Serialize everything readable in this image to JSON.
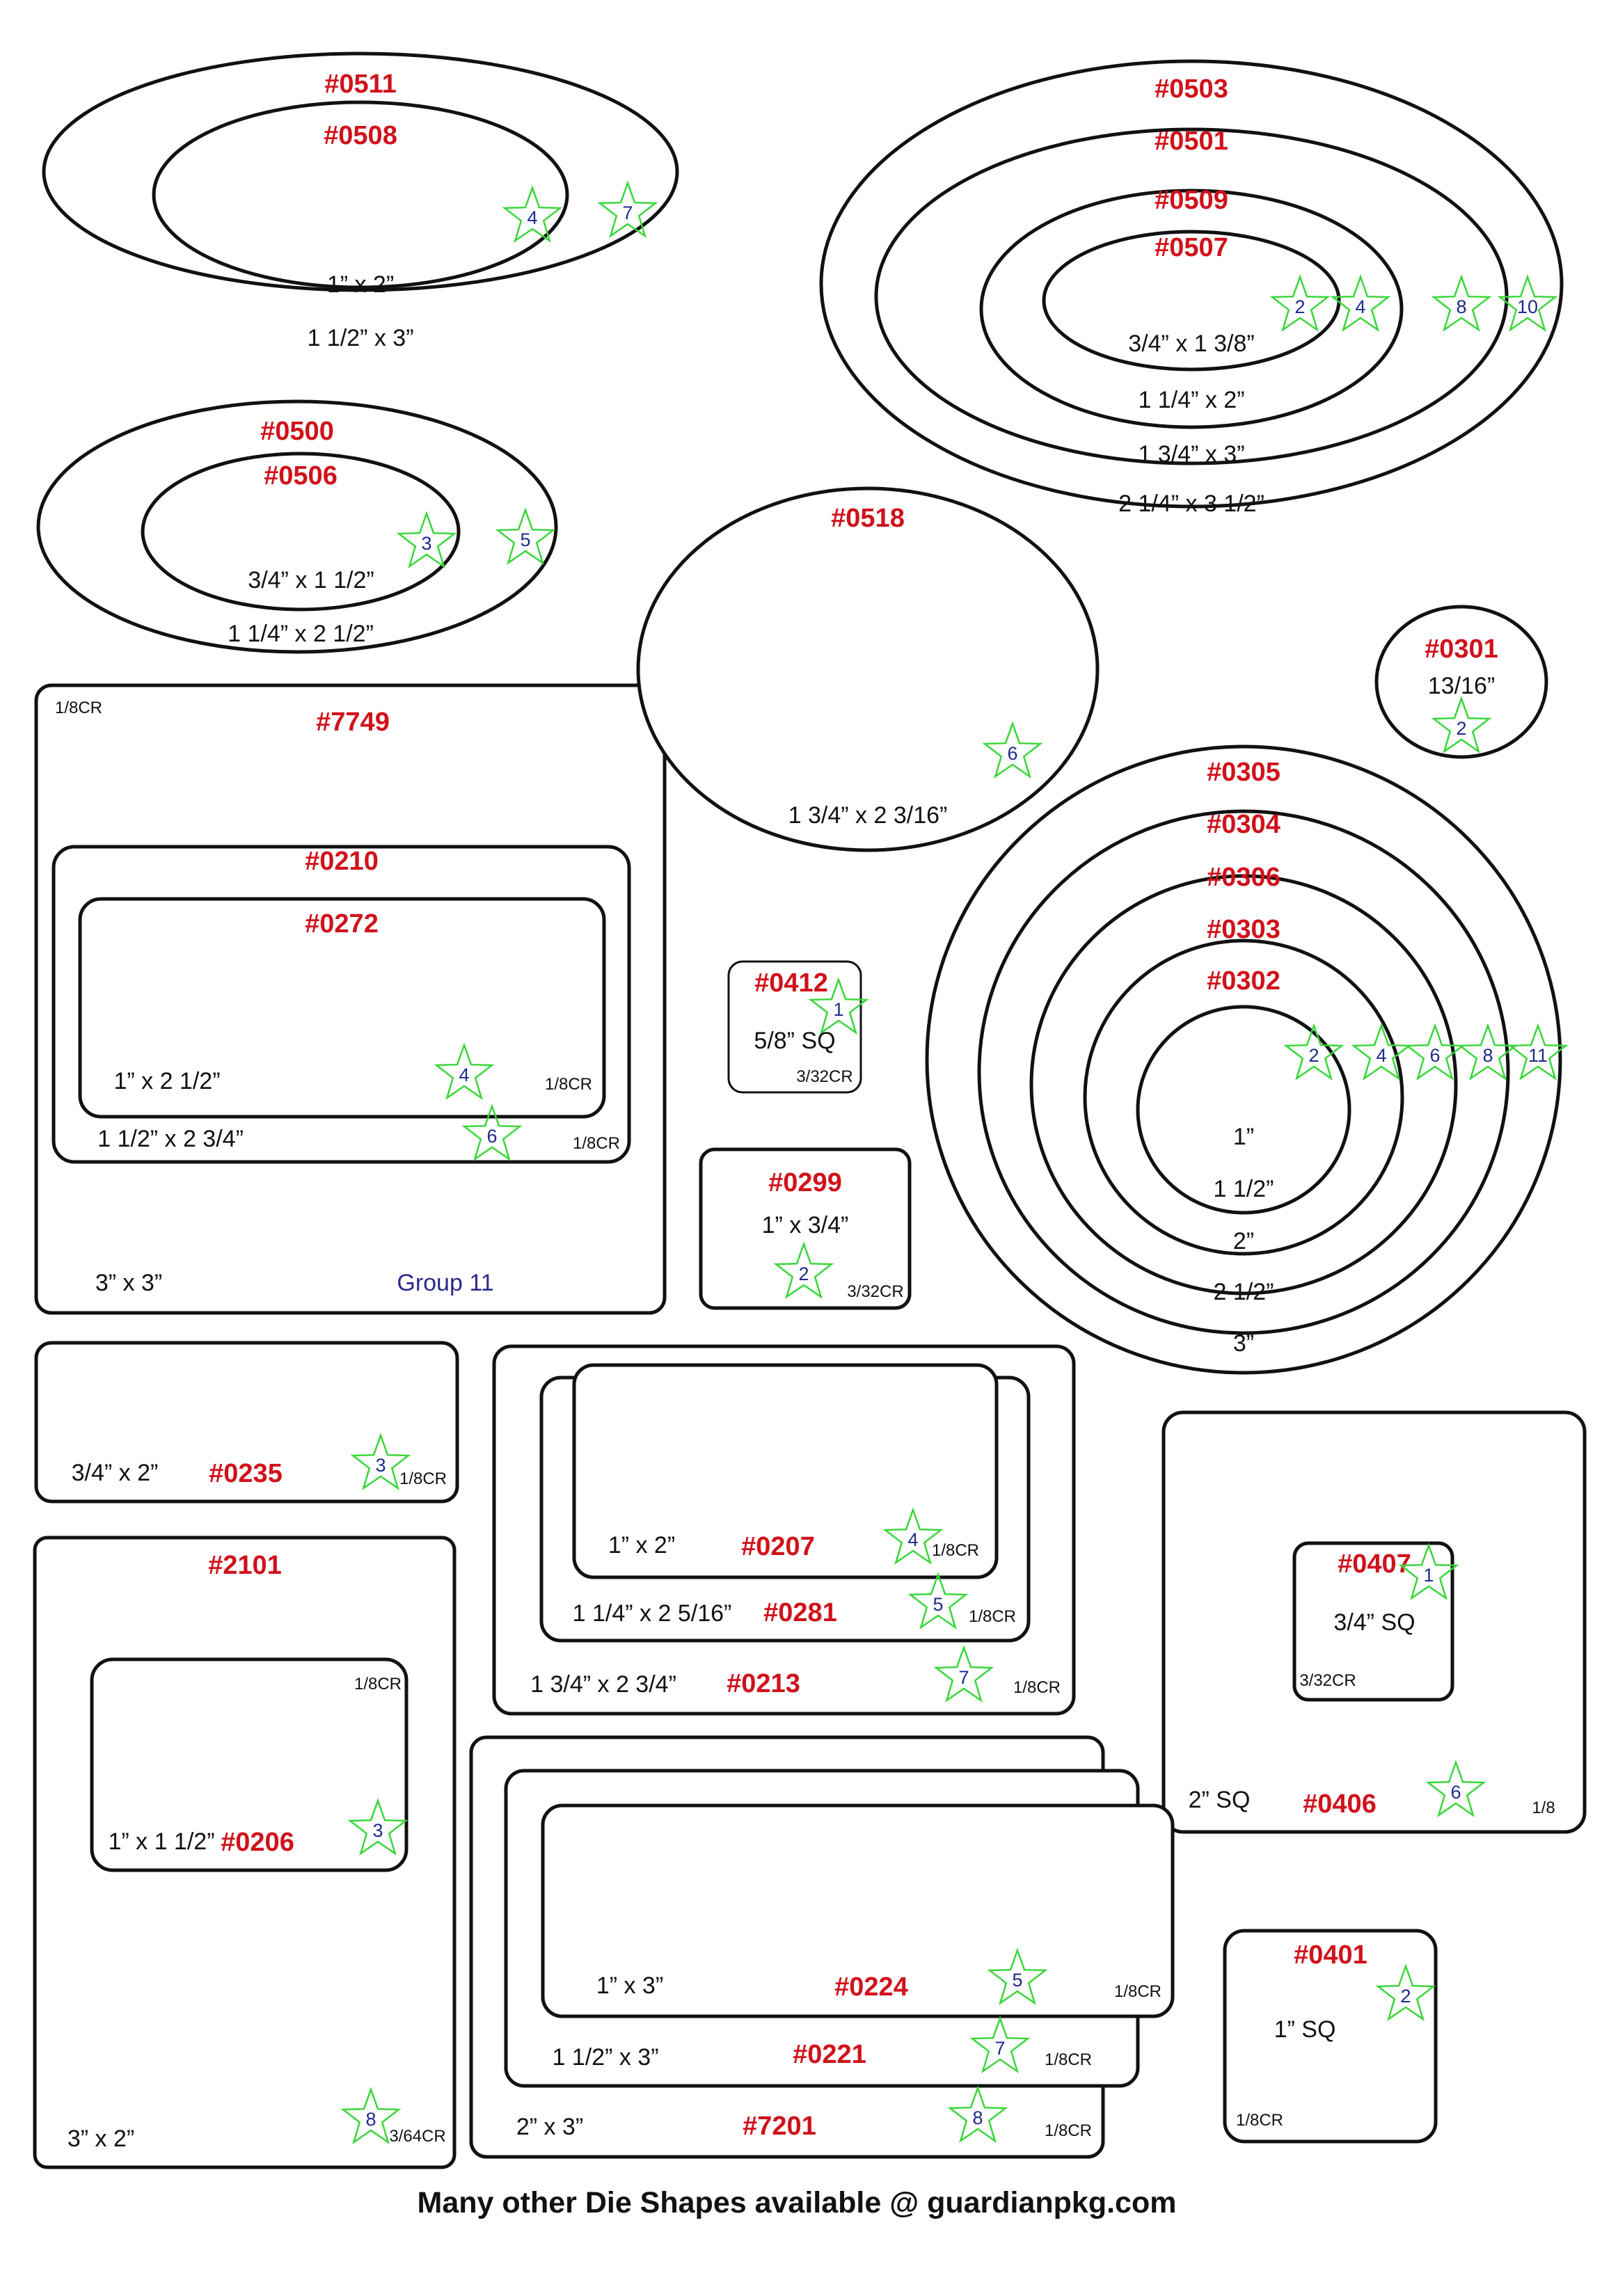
{
  "footer": "Many other Die Shapes available @ guardianpkg.com",
  "colors": {
    "code": "#d0121b",
    "star_outline": "#39d639",
    "star_number": "#1f2a8c",
    "outline": "#111111"
  },
  "ovals_top_left": {
    "outer": {
      "code": "#0511",
      "size": "1 1/2” x 3”",
      "star": "7"
    },
    "inner": {
      "code": "#0508",
      "size": "1” x 2”",
      "star": "4"
    }
  },
  "ovals_top_right": {
    "o0503": {
      "code": "#0503",
      "size": "2 1/4” x 3 1/2”",
      "star": "10"
    },
    "o0501": {
      "code": "#0501",
      "size": "1 3/4” x 3”",
      "star": "8"
    },
    "o0509": {
      "code": "#0509",
      "size": "1 1/4” x 2”",
      "star": "4"
    },
    "o0507": {
      "code": "#0507",
      "size": "3/4” x 1 3/8”",
      "star": "2"
    }
  },
  "ovals_mid_left": {
    "outer": {
      "code": "#0500",
      "size": "1 1/4” x 2 1/2”",
      "star": "5"
    },
    "inner": {
      "code": "#0506",
      "size": "3/4” x 1 1/2”",
      "star": "3"
    }
  },
  "oval_0518": {
    "code": "#0518",
    "size": "1 3/4” x 2 3/16”",
    "star": "6"
  },
  "circle_0301": {
    "code": "#0301",
    "size": "13/16”",
    "star": "2"
  },
  "circles": {
    "c0305": {
      "code": "#0305",
      "size": "3”",
      "star": "11"
    },
    "c0304": {
      "code": "#0304",
      "size": "2 1/2”",
      "star": "8"
    },
    "c0306": {
      "code": "#0306",
      "size": "2”",
      "star": "6"
    },
    "c0303": {
      "code": "#0303",
      "size": "1 1/2”",
      "star": "4"
    },
    "c0302": {
      "code": "#0302",
      "size": "1”",
      "star": "2"
    }
  },
  "rect_7749": {
    "code": "#7749",
    "size": "3” x 3”",
    "corner": "1/8CR",
    "group": "Group 11"
  },
  "rect_0210": {
    "code": "#0210",
    "size": "1 1/2” x 2 3/4”",
    "corner": "1/8CR",
    "star": "6"
  },
  "rect_0272": {
    "code": "#0272",
    "size": "1” x 2 1/2”",
    "corner": "1/8CR",
    "star": "4"
  },
  "sq_0412": {
    "code": "#0412",
    "size": "5/8” SQ",
    "corner": "3/32CR",
    "star": "1"
  },
  "rect_0299": {
    "code": "#0299",
    "size": "1” x 3/4”",
    "corner": "3/32CR",
    "star": "2"
  },
  "rect_0235": {
    "code": "#0235",
    "size": "3/4” x 2”",
    "corner": "1/8CR",
    "star": "3"
  },
  "rect_2101": {
    "code": "#2101",
    "size": "3” x 2”",
    "corner": "3/64CR",
    "star": "8"
  },
  "rect_0206": {
    "code": "#0206",
    "size": "1” x 1 1/2”",
    "corner": "1/8CR",
    "star": "3"
  },
  "rect_0213": {
    "code": "#0213",
    "size": "1 3/4” x 2 3/4”",
    "corner": "1/8CR",
    "star": "7"
  },
  "rect_0281": {
    "code": "#0281",
    "size": "1 1/4” x 2 5/16”",
    "corner": "1/8CR",
    "star": "5"
  },
  "rect_0207": {
    "code": "#0207",
    "size": "1” x 2”",
    "corner": "1/8CR",
    "star": "4"
  },
  "sq_0406": {
    "code": "#0406",
    "size": "2” SQ",
    "corner": "1/8",
    "star": "6"
  },
  "sq_0407": {
    "code": "#0407",
    "size": "3/4” SQ",
    "corner": "3/32CR",
    "star": "1"
  },
  "rect_7201": {
    "code": "#7201",
    "size": "2” x 3”",
    "corner": "1/8CR",
    "star": "8"
  },
  "rect_0221": {
    "code": "#0221",
    "size": "1 1/2” x 3”",
    "corner": "1/8CR",
    "star": "7"
  },
  "rect_0224": {
    "code": "#0224",
    "size": "1” x 3”",
    "corner": "1/8CR",
    "star": "5"
  },
  "sq_0401": {
    "code": "#0401",
    "size": "1” SQ",
    "corner": "1/8CR",
    "star": "2"
  }
}
